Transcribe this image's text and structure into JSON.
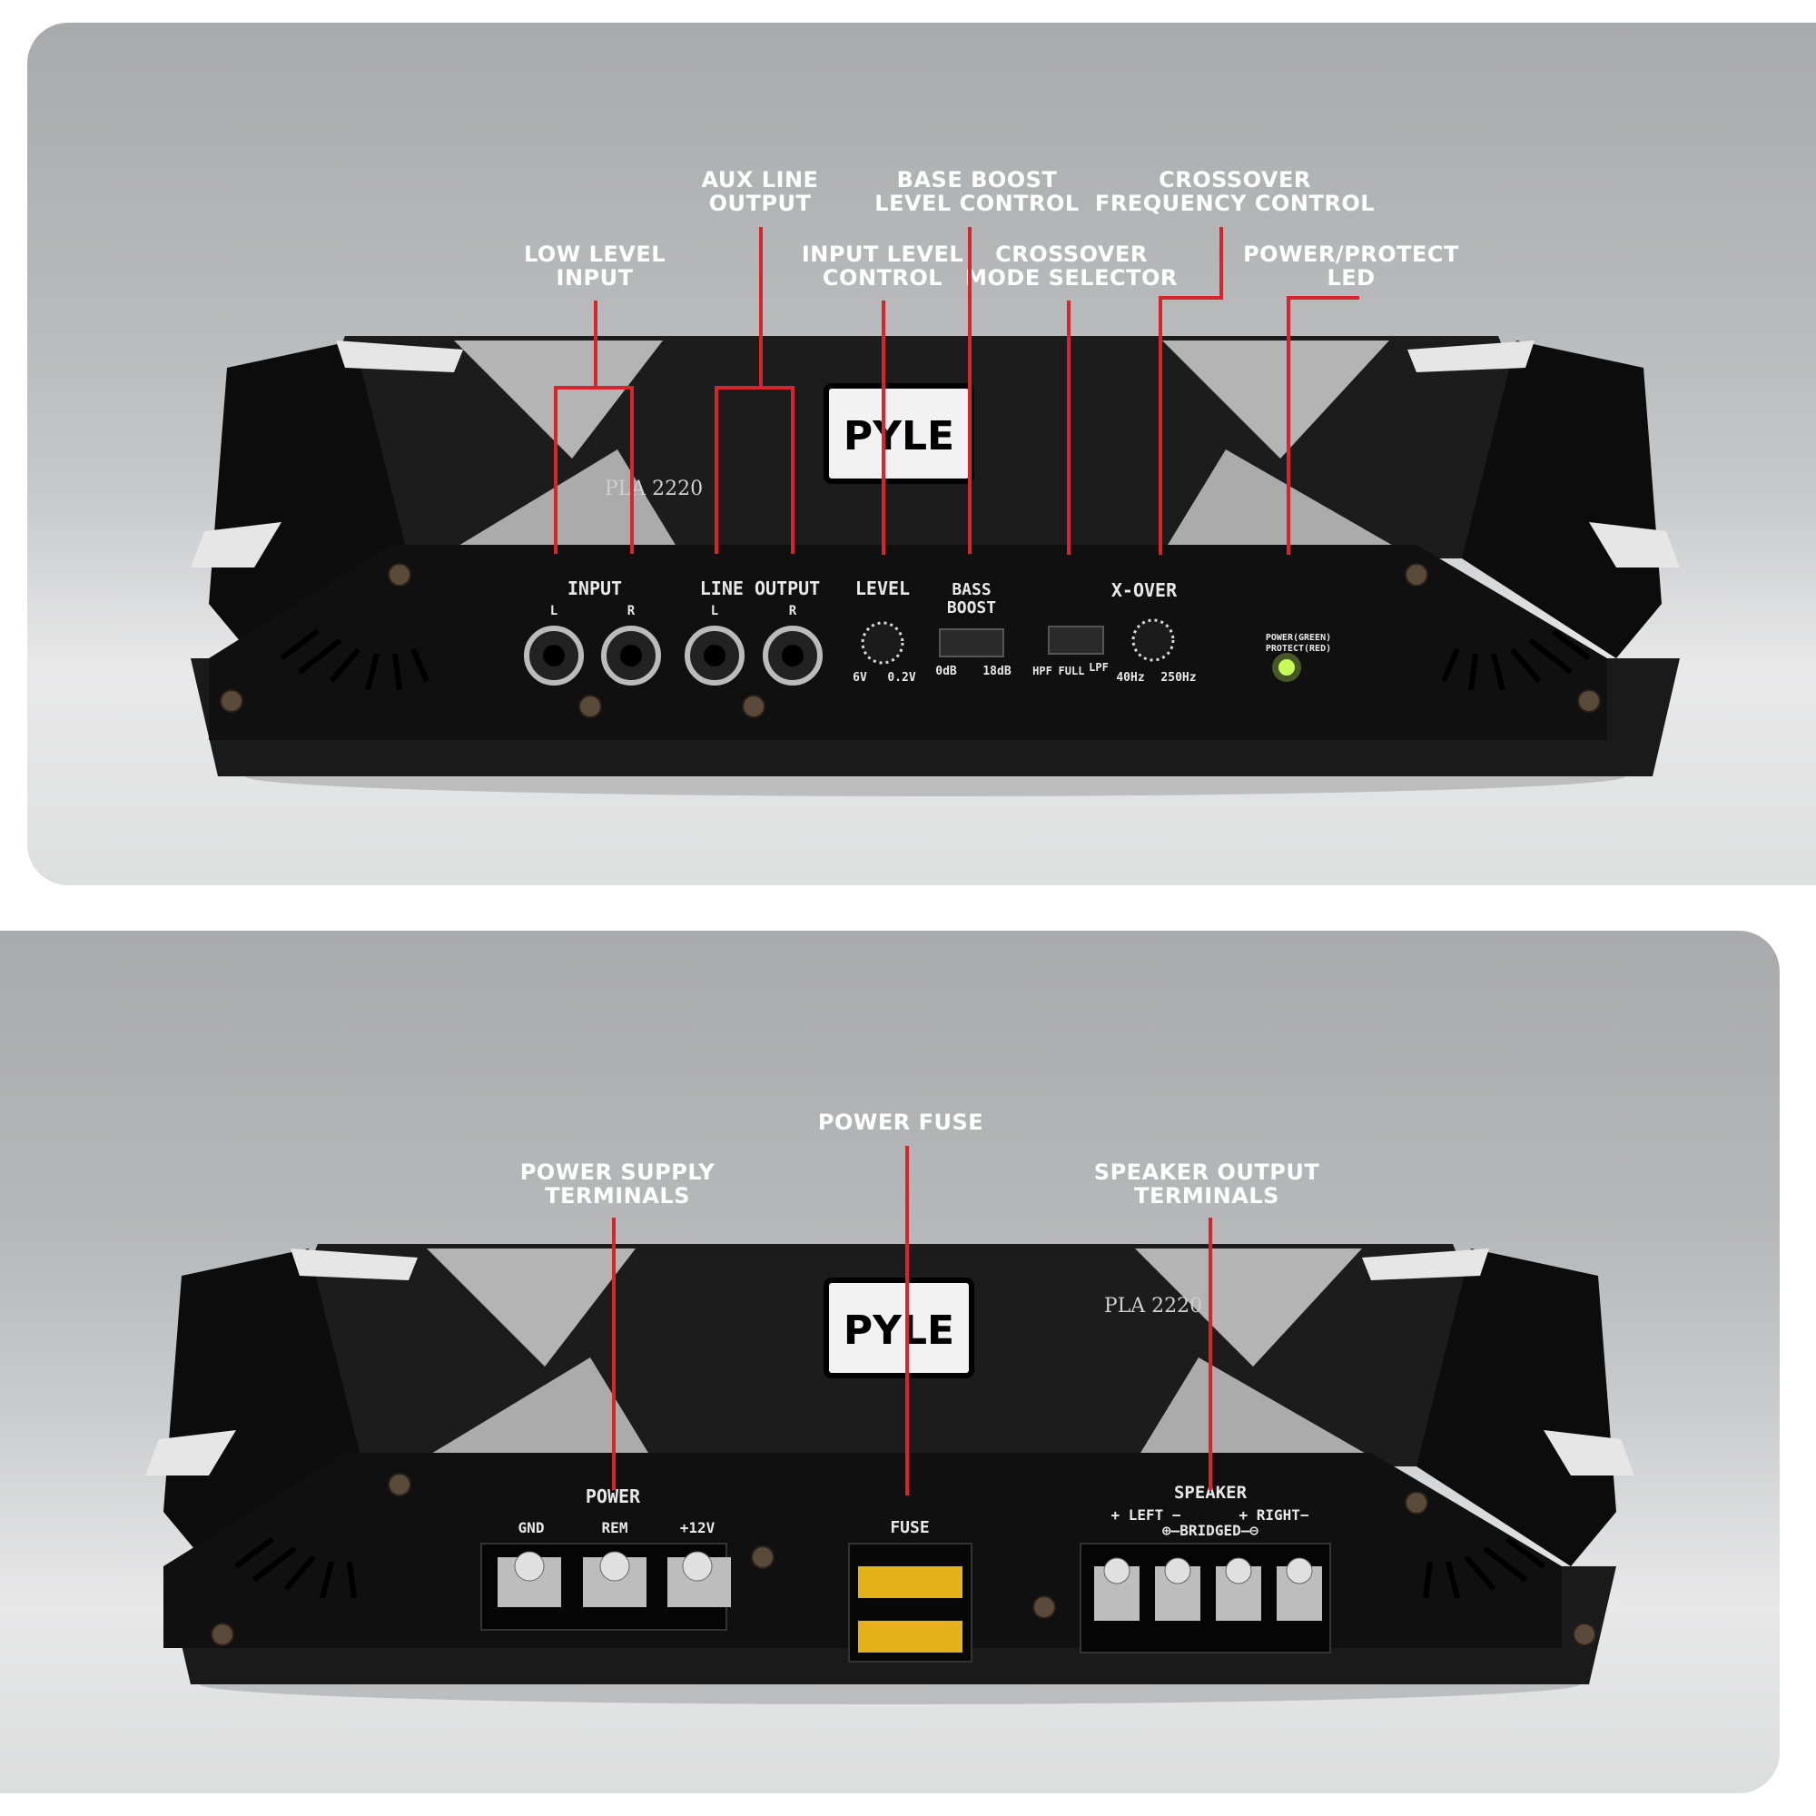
{
  "top": {
    "callouts": {
      "low_level_input": [
        "LOW LEVEL",
        "INPUT"
      ],
      "aux_line_output": [
        "AUX LINE",
        "OUTPUT"
      ],
      "input_level_control": [
        "INPUT LEVEL",
        "CONTROL"
      ],
      "base_boost": [
        "BASE BOOST",
        "LEVEL CONTROL"
      ],
      "crossover_mode": [
        "CROSSOVER",
        "MODE SELECTOR"
      ],
      "crossover_freq": [
        "CROSSOVER",
        "FREQUENCY CONTROL"
      ],
      "power_led": [
        "POWER/PROTECT",
        "LED"
      ]
    },
    "faceplate": {
      "input": "INPUT",
      "line_output": "LINE OUTPUT",
      "left": "L",
      "right": "R",
      "level": "LEVEL",
      "level_min": "6V",
      "level_max": "0.2V",
      "bass": "BASS",
      "boost": "BOOST",
      "bass_min": "0dB",
      "bass_max": "18dB",
      "xover": "X-OVER",
      "hpf": "HPF",
      "full": "FULL",
      "lpf": "LPF",
      "freq_min": "40Hz",
      "freq_max": "250Hz",
      "power_green": "POWER(GREEN)",
      "protect_red": "PROTECT(RED)"
    },
    "brand": "PYLE",
    "model": "PLA 2220"
  },
  "bottom": {
    "callouts": {
      "power_supply": [
        "POWER SUPPLY",
        "TERMINALS"
      ],
      "power_fuse": [
        "POWER FUSE"
      ],
      "speaker_output": [
        "SPEAKER OUTPUT",
        "TERMINALS"
      ]
    },
    "faceplate": {
      "power": "POWER",
      "gnd": "GND",
      "rem": "REM",
      "plus12": "+12V",
      "fuse": "FUSE",
      "speaker": "SPEAKER",
      "left": "+ LEFT −",
      "right": "+ RIGHT−",
      "bridged": "⊕—BRIDGED—⊖"
    },
    "brand": "PYLE",
    "model": "PLA 2220"
  },
  "colors": {
    "leader": "#d6262b",
    "callout_text": "#ffffff",
    "chassis": "#111111",
    "led": "#c8ff5a"
  }
}
